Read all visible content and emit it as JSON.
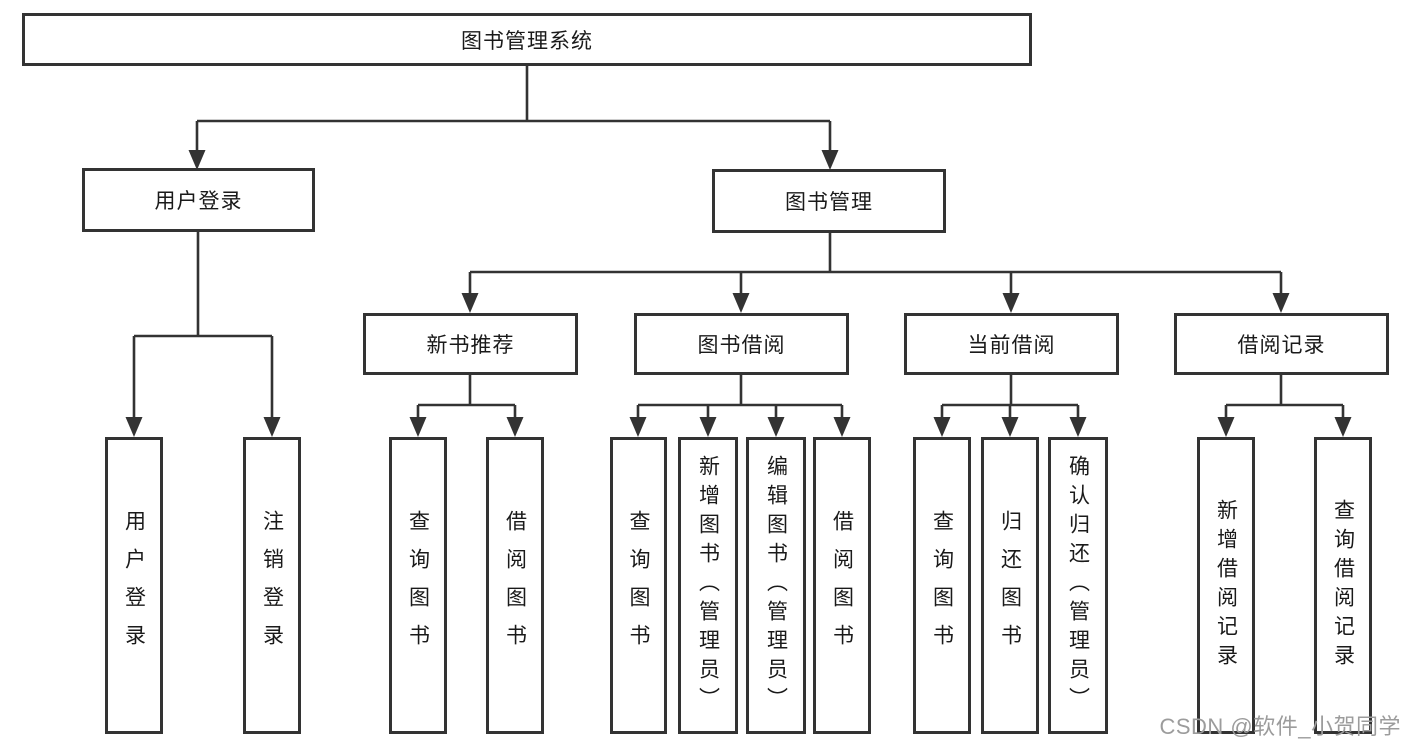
{
  "nodes": {
    "root": {
      "label": "图书管理系统"
    },
    "user_login": {
      "label": "用户登录"
    },
    "book_mgmt": {
      "label": "图书管理"
    },
    "new_book": {
      "label": "新书推荐"
    },
    "book_borrow": {
      "label": "图书借阅"
    },
    "current_borrow": {
      "label": "当前借阅"
    },
    "borrow_record": {
      "label": "借阅记录"
    },
    "leaves": {
      "user_login": [
        "用户登录",
        "注销登录"
      ],
      "new_book": [
        "查询图书",
        "借阅图书"
      ],
      "book_borrow": [
        "查询图书",
        "新增图书（管理员）",
        "编辑图书（管理员）",
        "借阅图书"
      ],
      "current_borrow": [
        "查询图书",
        "归还图书",
        "确认归还（管理员）"
      ],
      "borrow_record": [
        "新增借阅记录",
        "查询借阅记录"
      ]
    }
  },
  "watermark": {
    "text": "CSDN @软件_小贺同学",
    "color": "#9c9c9c"
  },
  "colors": {
    "line": "#333333",
    "border": "#333333",
    "text": "#1a1a1a",
    "background": "#ffffff"
  }
}
